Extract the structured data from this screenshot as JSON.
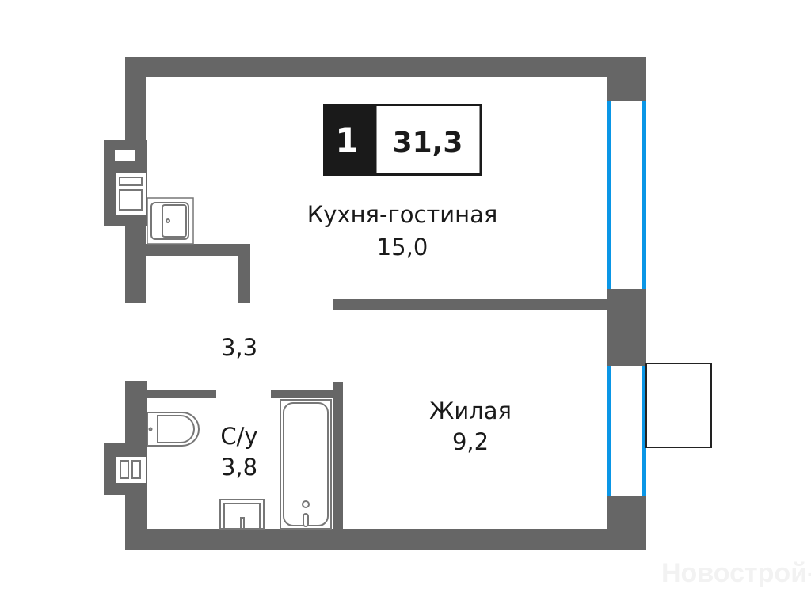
{
  "plan": {
    "rooms_count": "1",
    "total_area": "31,3",
    "rooms": [
      {
        "name": "Кухня-гостиная",
        "area": "15,0"
      },
      {
        "name": "",
        "area": "3,3"
      },
      {
        "name": "С/у",
        "area": "3,8"
      },
      {
        "name": "Жилая",
        "area": "9,2"
      }
    ]
  },
  "watermark": "Новострой-М",
  "colors": {
    "wall": "#666666",
    "window": "#0a96e6",
    "badge": "#1a1a1a"
  }
}
